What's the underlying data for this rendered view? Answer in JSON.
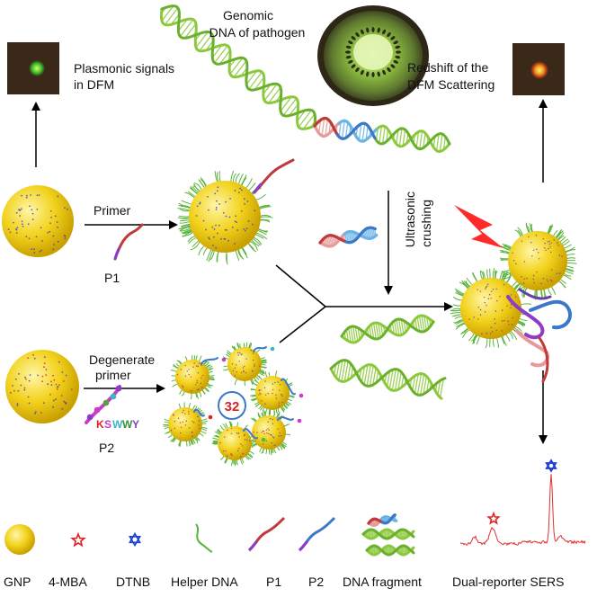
{
  "labels": {
    "genomic_line1": "Genomic",
    "genomic_line2": "DNA of pathogen",
    "plasmonic_line1": "Plasmonic signals",
    "plasmonic_line2": "in DFM",
    "redshift_line1": "Redshift of the",
    "redshift_line2": "DFM Scattering",
    "primer": "Primer",
    "p1": "P1",
    "degenerate_line1": "Degenerate",
    "degenerate_line2": "primer",
    "p2": "P2",
    "sequence": [
      "K",
      "S",
      "W",
      "W",
      "Y"
    ],
    "ultrasonic_line1": "Ultrasonic",
    "ultrasonic_line2": "crushing",
    "badge_number": "32"
  },
  "legend": [
    {
      "label": "GNP"
    },
    {
      "label": "4-MBA"
    },
    {
      "label": "DTNB"
    },
    {
      "label": "Helper DNA"
    },
    {
      "label": "P1"
    },
    {
      "label": "P2"
    },
    {
      "label": "DNA fragment"
    },
    {
      "label": "Dual-reporter SERS"
    }
  ],
  "colors": {
    "gnp": "#f2d21c",
    "mba": "#e02020",
    "dtnb": "#1e3ed0",
    "helper": "#5ab43c",
    "p1": "#c03a3a",
    "p2": "#3c78c8",
    "dna": "#8cc83c",
    "sers": "#e03030",
    "dfm_bg": "#3a2818",
    "lightning": "#ff2a2a"
  }
}
